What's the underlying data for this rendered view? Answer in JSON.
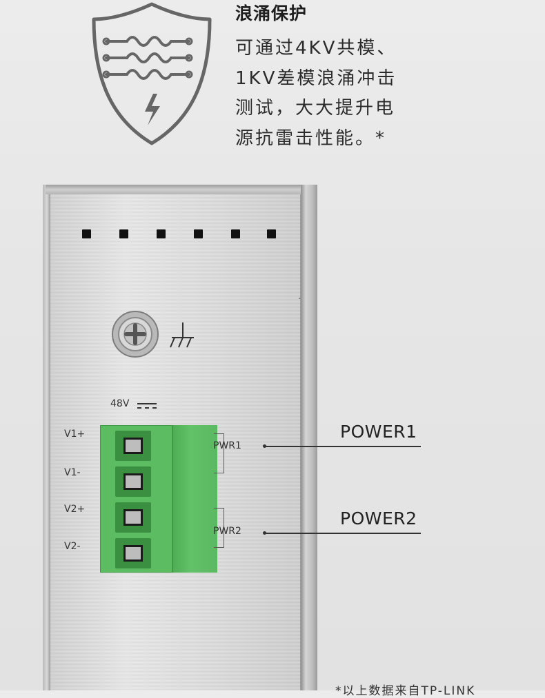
{
  "feature": {
    "title": "浪涌保护",
    "description_lines": [
      "可通过4KV共模、",
      "1KV差模浪涌冲击",
      "测试，大大提升电",
      "源抗雷击性能。*"
    ],
    "icon": "surge-shield-icon"
  },
  "device": {
    "voltage_label": "48V",
    "voltage_symbol": "dc-voltage-icon",
    "ground_symbol": "ground-icon",
    "pins": [
      "V1+",
      "V1-",
      "V2+",
      "V2-"
    ],
    "power_groups": [
      "PWR1",
      "PWR2"
    ],
    "terminal_color": "#5cbc62"
  },
  "callouts": [
    "POWER1",
    "POWER2"
  ],
  "footnote": "*以上数据来自TP-LINK"
}
